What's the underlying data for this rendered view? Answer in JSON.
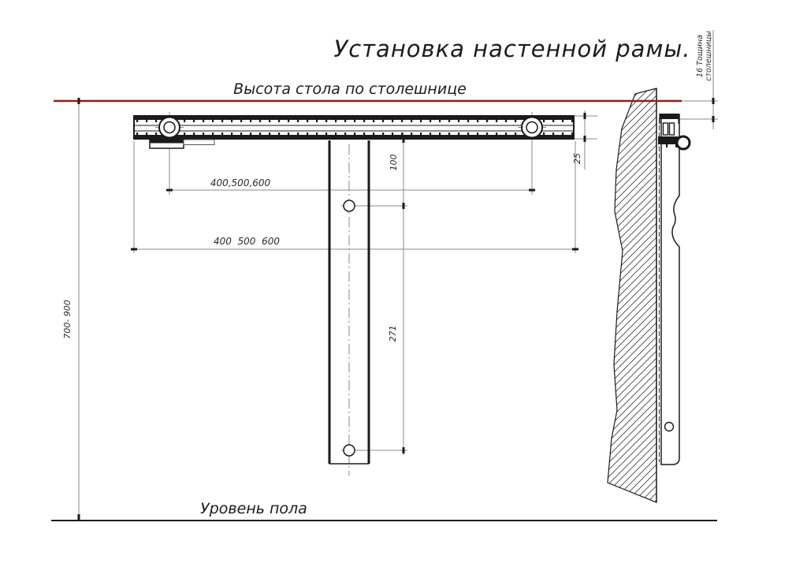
{
  "title": "Установка настенной рамы.",
  "labels": {
    "tabletop": "Высота стола по столешнице",
    "floor": "Уровень пола",
    "thickness_line1": "16 Тощина",
    "thickness_line2": "столешницы"
  },
  "dimensions": {
    "hole_spacing_options": "400,500,600",
    "rail_length_options": "400  500  600",
    "rail_to_first_hole": "100",
    "rail_profile_height": "25",
    "between_holes": "271",
    "floor_to_tabletop_range": "700- 900"
  },
  "colors": {
    "tabletop_level_line": "#8B1F1F",
    "object_line": "#1a1a1a",
    "dimension_line": "#8a8a8a"
  }
}
